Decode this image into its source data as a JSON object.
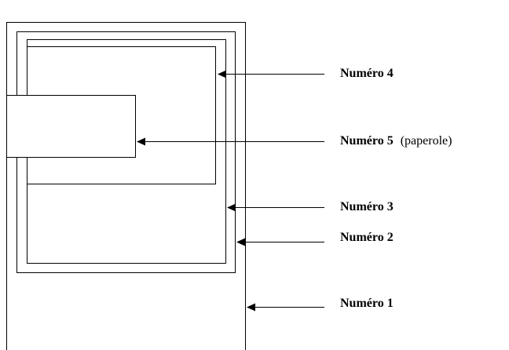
{
  "labels": {
    "n1": {
      "main": "Numéro 1",
      "note": ""
    },
    "n2": {
      "main": "Numéro 2",
      "note": ""
    },
    "n3": {
      "main": "Numéro 3",
      "note": ""
    },
    "n4": {
      "main": "Numéro 4",
      "note": ""
    },
    "n5": {
      "main": "Numéro 5",
      "note": "(paperole)"
    }
  },
  "colors": {
    "stroke": "#000000",
    "background": "#ffffff"
  }
}
